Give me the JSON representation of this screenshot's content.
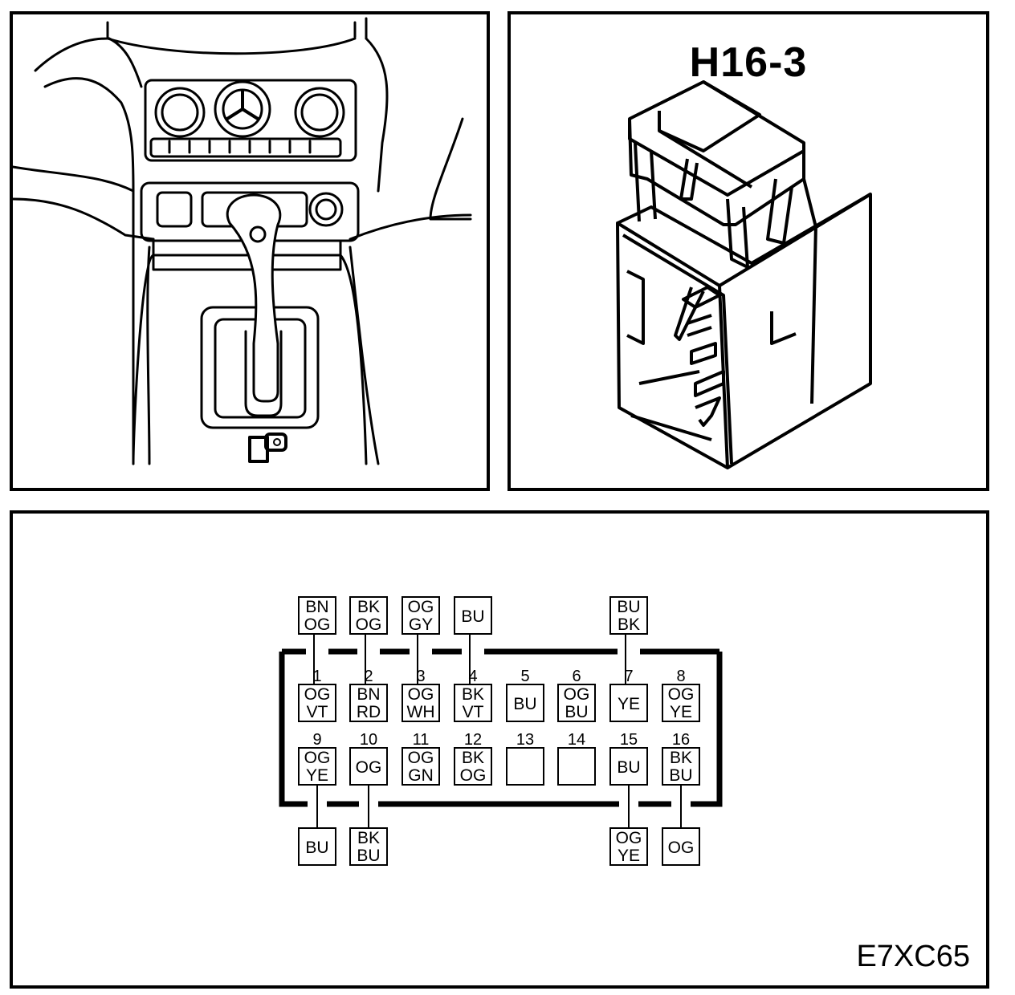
{
  "connector": {
    "title": "H16-3"
  },
  "figure_code": "E7XC65",
  "pins": [
    {
      "n": "1",
      "c": [
        "OG",
        "VT"
      ]
    },
    {
      "n": "2",
      "c": [
        "BN",
        "RD"
      ]
    },
    {
      "n": "3",
      "c": [
        "OG",
        "WH"
      ]
    },
    {
      "n": "4",
      "c": [
        "BK",
        "VT"
      ]
    },
    {
      "n": "5",
      "c": [
        "BU"
      ]
    },
    {
      "n": "6",
      "c": [
        "OG",
        "BU"
      ]
    },
    {
      "n": "7",
      "c": [
        "YE"
      ]
    },
    {
      "n": "8",
      "c": [
        "OG",
        "YE"
      ]
    },
    {
      "n": "9",
      "c": [
        "OG",
        "YE"
      ]
    },
    {
      "n": "10",
      "c": [
        "OG"
      ]
    },
    {
      "n": "11",
      "c": [
        "OG",
        "GN"
      ]
    },
    {
      "n": "12",
      "c": [
        "BK",
        "OG"
      ]
    },
    {
      "n": "13",
      "c": []
    },
    {
      "n": "14",
      "c": []
    },
    {
      "n": "15",
      "c": [
        "BU"
      ]
    },
    {
      "n": "16",
      "c": [
        "BK",
        "BU"
      ]
    }
  ],
  "top_wires": [
    {
      "pin": "1",
      "c": [
        "BN",
        "OG"
      ]
    },
    {
      "pin": "2",
      "c": [
        "BK",
        "OG"
      ]
    },
    {
      "pin": "3",
      "c": [
        "OG",
        "GY"
      ]
    },
    {
      "pin": "4",
      "c": [
        "BU"
      ]
    },
    {
      "pin": "7",
      "c": [
        "BU",
        "BK"
      ]
    }
  ],
  "bottom_wires": [
    {
      "pin": "9",
      "c": [
        "BU"
      ]
    },
    {
      "pin": "10",
      "c": [
        "BK",
        "BU"
      ]
    },
    {
      "pin": "15",
      "c": [
        "OG",
        "YE"
      ]
    },
    {
      "pin": "16",
      "c": [
        "OG"
      ]
    }
  ]
}
